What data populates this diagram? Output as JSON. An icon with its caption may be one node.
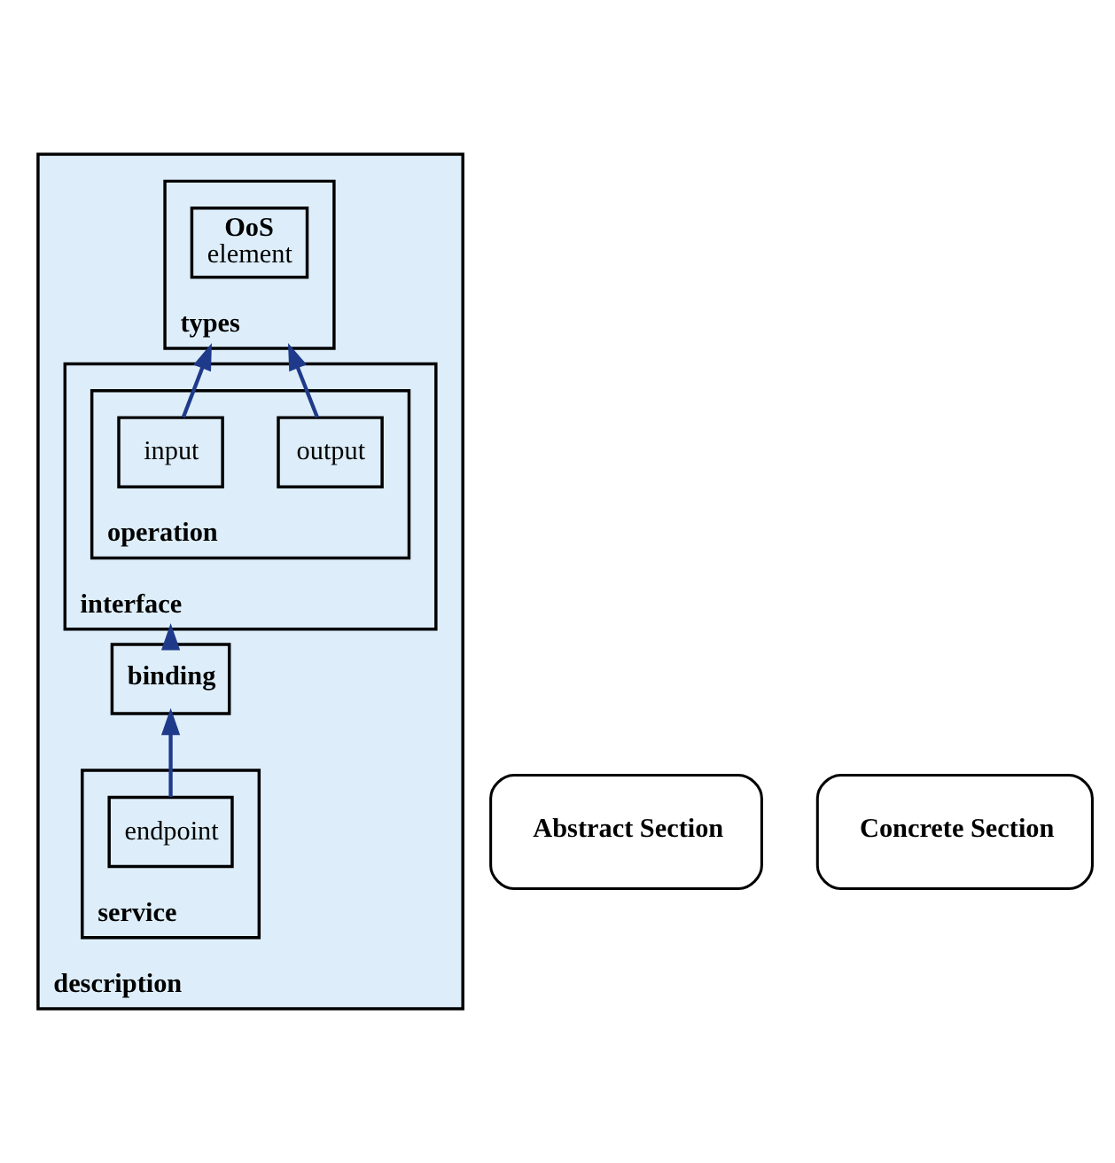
{
  "diagram": {
    "nodes": [
      {
        "text": [
          "description"
        ]
      },
      {
        "text": [
          "types"
        ],
        "in": 0
      },
      {
        "text": [
          "OoS",
          "element"
        ],
        "in": 1
      },
      {
        "text": [
          "interface"
        ],
        "in": 0
      },
      {
        "text": [
          "operation"
        ],
        "in": 3
      },
      {
        "text": [
          "input"
        ],
        "in": 4
      },
      {
        "text": [
          "output"
        ],
        "in": 4
      },
      {
        "text": [
          "binding"
        ],
        "in": 0
      },
      {
        "text": [
          "service"
        ],
        "in": 0
      },
      {
        "text": [
          "endpoint"
        ],
        "in": 8
      },
      {
        "text": [
          "Abstract Section"
        ]
      },
      {
        "text": [
          "Concrete Section"
        ]
      }
    ],
    "edges": [
      {
        "from": 5,
        "to": 1,
        "arrow": "to"
      },
      {
        "from": 6,
        "to": 1,
        "arrow": "to"
      },
      {
        "from": 7,
        "to": 3,
        "arrow": "to"
      },
      {
        "from": 9,
        "to": 7,
        "arrow": "to"
      }
    ]
  }
}
